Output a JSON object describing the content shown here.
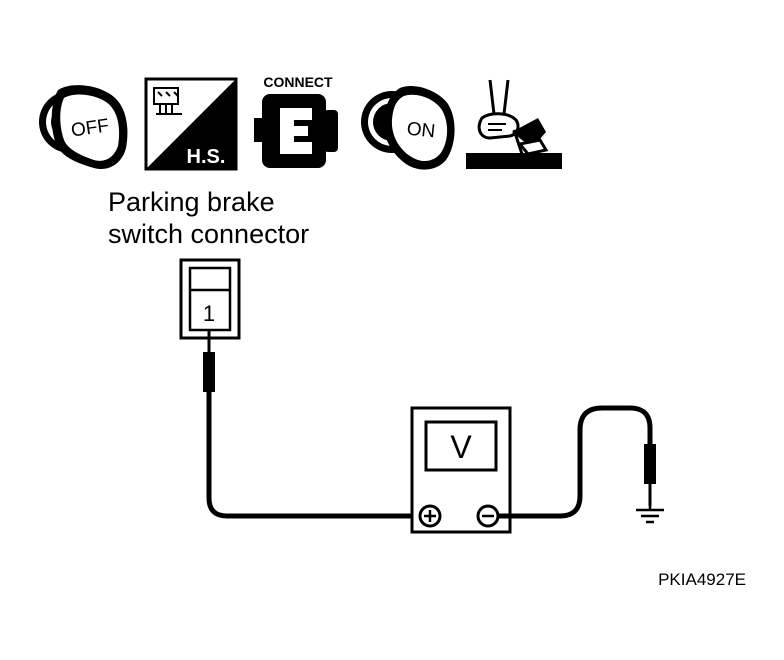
{
  "icons": {
    "ignition_off_text": "OFF",
    "harness_side_text": "H.S.",
    "connect_text": "CONNECT",
    "ignition_on_text": "ON"
  },
  "connector": {
    "label_line1": "Parking brake",
    "label_line2": "switch connector",
    "terminal": "1"
  },
  "voltmeter": {
    "display": "V",
    "positive_symbol": "+",
    "negative_symbol": "−"
  },
  "figure_id": "PKIA4927E"
}
